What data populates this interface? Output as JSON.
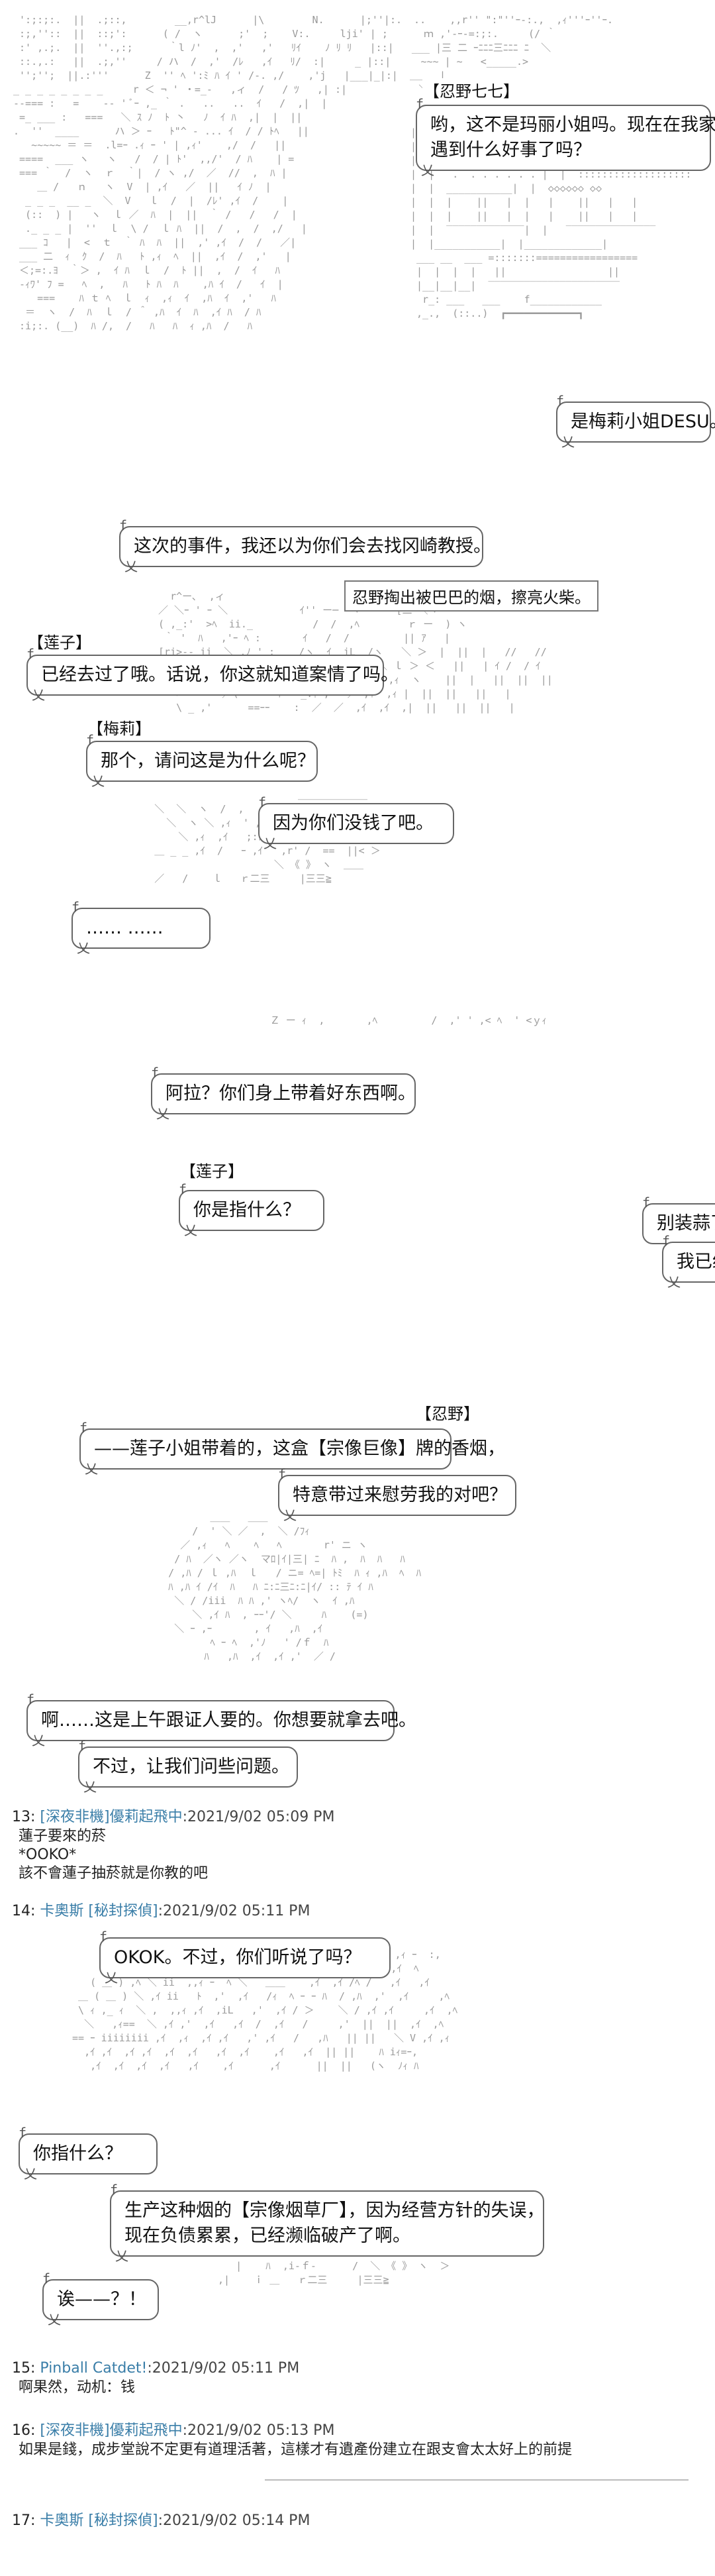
{
  "scene1": {
    "tag": "【忍野七七】",
    "bubble1": "哟，这不是玛丽小姐吗。现在在我家门口",
    "bubble1_line2": "遇到什么好事了吗？",
    "bubble2": "是梅莉小姐DESU。"
  },
  "scene2": {
    "bubble1": "这次的事件，我还以为你们会去找冈崎教授。",
    "caption": "忍野掏出被巴巴的烟，擦亮火柴。",
    "tag_renko": "【莲子】",
    "bubble2": "已经去过了哦。话说，你这就知道案情了吗。",
    "tag_merry": "【梅莉】",
    "bubble3": "那个，请问这是为什么呢？",
    "bubble4": "因为你们没钱了吧。",
    "bubble5": "…… ……"
  },
  "scene3": {
    "bubble1": "阿拉？你们身上带着好东西啊。",
    "tag_renko": "【莲子】",
    "bubble2": "你是指什么？",
    "bubble3": "别装蒜了，快拿出来。",
    "bubble4": "我已经闻到了。"
  },
  "scene4": {
    "tag": "【忍野】",
    "bubble1": "——莲子小姐带着的，这盒【宗像巨像】牌的香烟，",
    "bubble2": "特意带过来慰劳我的对吧？",
    "bubble3": "啊……这是上午跟证人要的。你想要就拿去吧。",
    "bubble4": "不过，让我们问些问题。"
  },
  "posts1": [
    {
      "num": "13:",
      "name": "[深夜非機]優莉起飛中",
      "date": ":2021/9/02 05:09 PM",
      "lines": [
        "蓮子要來的菸",
        "*OOKO*",
        "該不會蓮子抽菸就是你教的吧"
      ]
    },
    {
      "num": "14:",
      "name": "卡奧斯 [秘封探偵]",
      "date": ":2021/9/02 05:11 PM",
      "lines": []
    }
  ],
  "scene5": {
    "bubble1": "OKOK。不过，你们听说了吗？",
    "bubble2": "你指什么？",
    "bubble3": "生产这种烟的【宗像烟草厂】，因为经营方针的失误，",
    "bubble3_line2": "现在负债累累，已经濒临破产了啊。",
    "bubble4": "诶——？！"
  },
  "posts2": [
    {
      "num": "15:",
      "name": "Pinball Catdet!",
      "date": ":2021/9/02 05:11 PM",
      "lines": [
        "啊果然，动机：钱"
      ]
    },
    {
      "num": "16:",
      "name": "[深夜非機]優莉起飛中",
      "date": ":2021/9/02 05:13 PM",
      "lines": [
        "如果是錢，成步堂說不定更有道理活著，這樣才有遺產份建立在跟支會太太好上的前提"
      ]
    },
    {
      "num": "17:",
      "name": "卡奧斯 [秘封探偵]",
      "date": ":2021/9/02 05:14 PM",
      "lines": []
    }
  ]
}
